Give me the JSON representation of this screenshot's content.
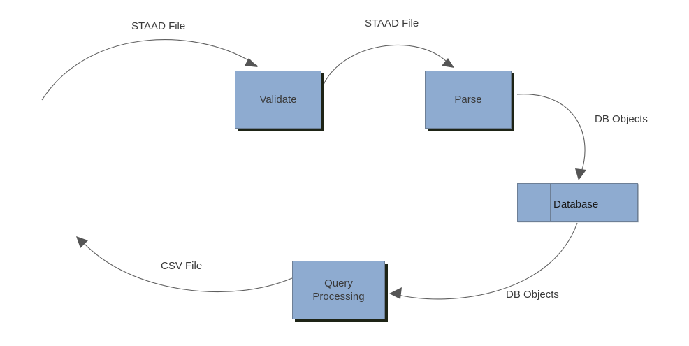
{
  "nodes": {
    "validate": "Validate",
    "parse": "Parse",
    "database": "Database",
    "query_processing": "Query\nProcessing"
  },
  "edges": {
    "input_to_validate": "STAAD File",
    "validate_to_parse": "STAAD File",
    "parse_to_database": "DB Objects",
    "database_to_query": "DB Objects",
    "query_to_output": "CSV File"
  },
  "colors": {
    "box_fill": "#8eabd0",
    "box_border": "#6d7f96",
    "box_shadow": "#1e2416",
    "edge_line": "#5f5f5f",
    "arrow_head": "#555555"
  }
}
